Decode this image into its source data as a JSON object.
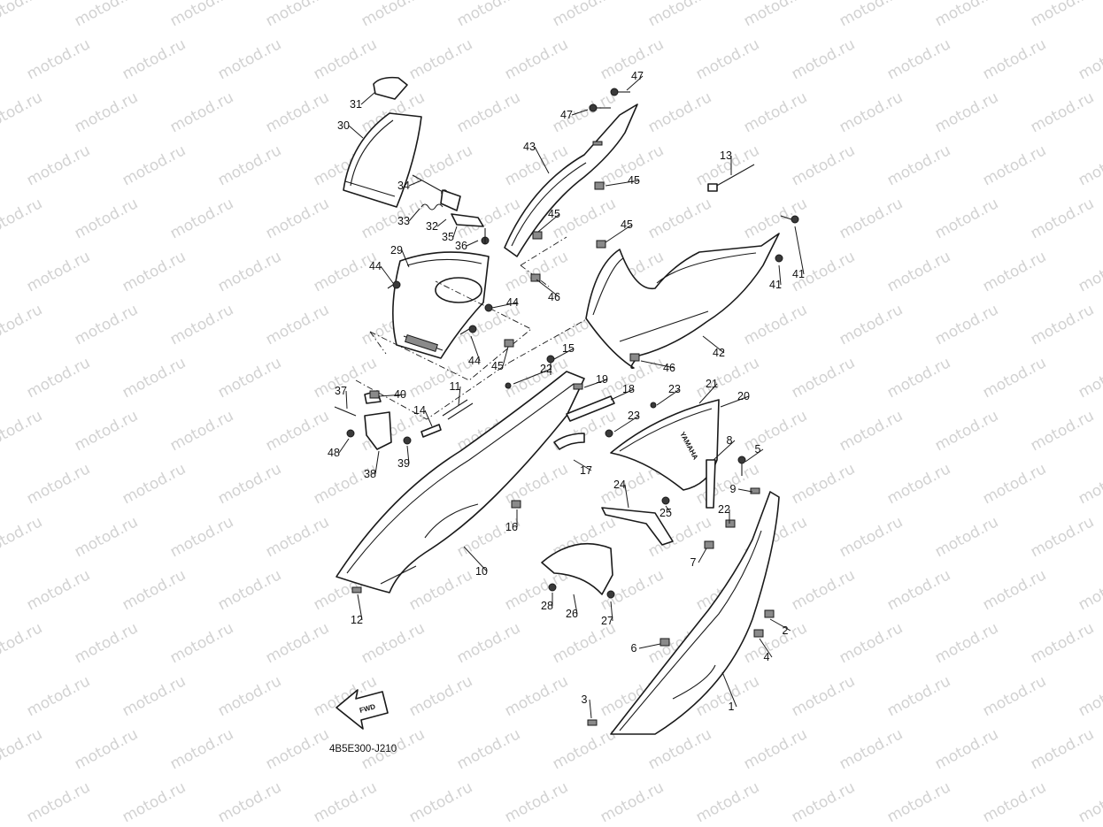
{
  "watermark": {
    "text": "motod.ru",
    "color": "#d2d2d2"
  },
  "diagram_code": "4B5E300-J210",
  "fwd_label": "FWD",
  "emblem_text": "YAMAHA",
  "callouts": [
    "31",
    "30",
    "34",
    "33",
    "32",
    "35",
    "36",
    "29",
    "44",
    "44",
    "44",
    "47",
    "47",
    "43",
    "45",
    "45",
    "45",
    "46",
    "13",
    "41",
    "41",
    "42",
    "46",
    "15",
    "45",
    "22",
    "19",
    "18",
    "23",
    "21",
    "20",
    "23",
    "37",
    "40",
    "11",
    "14",
    "48",
    "38",
    "39",
    "17",
    "8",
    "5",
    "9",
    "22",
    "24",
    "25",
    "16",
    "7",
    "10",
    "12",
    "28",
    "26",
    "27",
    "6",
    "2",
    "4",
    "3",
    "1"
  ]
}
